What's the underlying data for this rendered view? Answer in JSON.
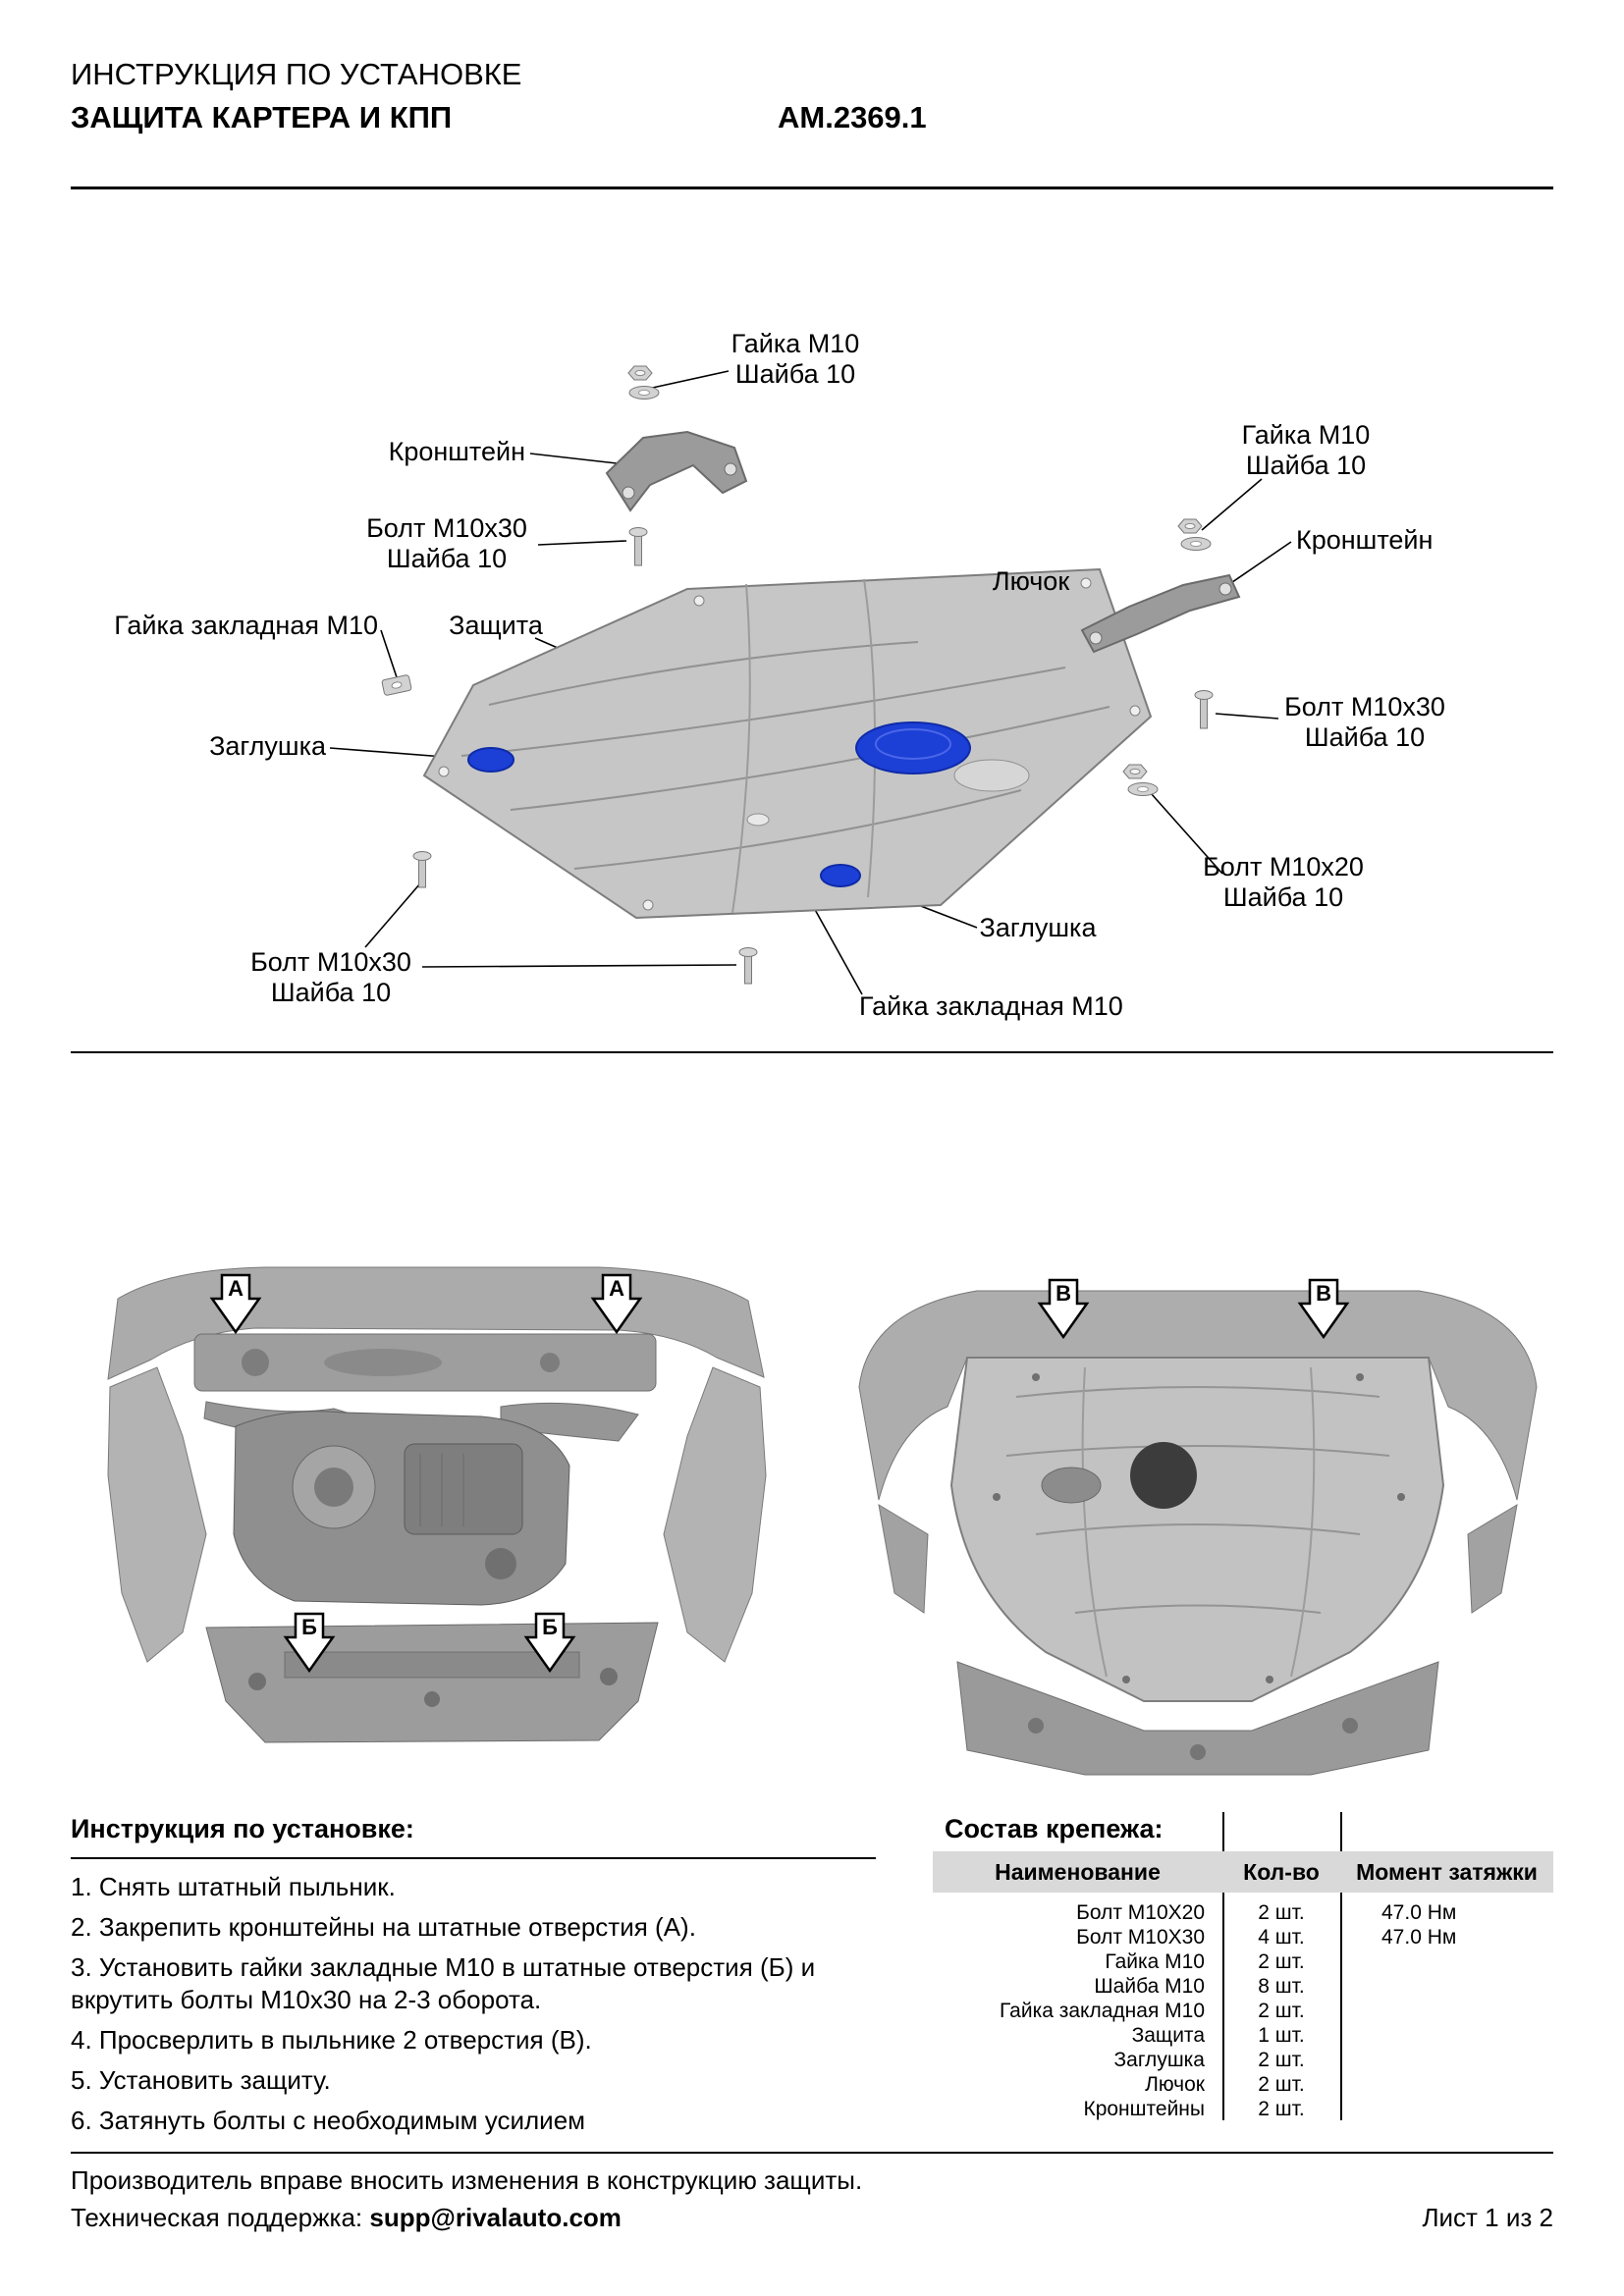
{
  "header": {
    "line1": "ИНСТРУКЦИЯ ПО УСТАНОВКЕ",
    "line2": "ЗАЩИТА КАРТЕРА И КПП",
    "part_number": "АМ.2369.1"
  },
  "colors": {
    "accent_blue": "#1c3fd6",
    "steel_gray": "#c6c6c6"
  },
  "diagram": {
    "callouts": [
      {
        "line1": "Гайка М10",
        "line2": "Шайба 10"
      },
      {
        "line1": "Кронштейн"
      },
      {
        "line1": "Гайка М10",
        "line2": "Шайба 10"
      },
      {
        "line1": "Болт М10х30",
        "line2": "Шайба 10"
      },
      {
        "line1": "Кронштейн"
      },
      {
        "line1": "Лючок"
      },
      {
        "line1": "Гайка закладная М10"
      },
      {
        "line1": "Защита"
      },
      {
        "line1": "Болт М10х30",
        "line2": "Шайба 10"
      },
      {
        "line1": "Заглушка"
      },
      {
        "line1": "Болт М10х20",
        "line2": "Шайба 10"
      },
      {
        "line1": "Заглушка"
      },
      {
        "line1": "Болт М10х30",
        "line2": "Шайба 10"
      },
      {
        "line1": "Гайка закладная М10"
      }
    ]
  },
  "markers": {
    "a": "А",
    "b": "Б",
    "v": "В"
  },
  "instructions": {
    "title": "Инструкция по установке:",
    "steps": [
      "1. Снять штатный пыльник.",
      "2. Закрепить кронштейны на штатные отверстия (А).",
      "3. Установить гайки закладные М10 в штатные отверстия (Б) и вкрутить болты М10х30 на 2-3 оборота.",
      "4. Просверлить в пыльнике 2 отверстия (В).",
      "5. Установить защиту.",
      "6. Затянуть болты с необходимым усилием"
    ]
  },
  "hardware": {
    "title": "Состав крепежа:",
    "columns": {
      "name": "Наименование",
      "qty": "Кол-во",
      "torque": "Момент затяжки"
    },
    "rows": [
      {
        "name": "Болт М10Х20",
        "qty": "2 шт.",
        "torque": "47.0 Нм"
      },
      {
        "name": "Болт М10Х30",
        "qty": "4 шт.",
        "torque": "47.0 Нм"
      },
      {
        "name": "Гайка М10",
        "qty": "2 шт.",
        "torque": ""
      },
      {
        "name": "Шайба М10",
        "qty": "8 шт.",
        "torque": ""
      },
      {
        "name": "Гайка закладная М10",
        "qty": "2 шт.",
        "torque": ""
      },
      {
        "name": "Защита",
        "qty": "1 шт.",
        "torque": ""
      },
      {
        "name": "Заглушка",
        "qty": "2 шт.",
        "torque": ""
      },
      {
        "name": "Лючок",
        "qty": "2 шт.",
        "torque": ""
      },
      {
        "name": "Кронштейны",
        "qty": "2 шт.",
        "torque": ""
      }
    ]
  },
  "footer": {
    "note": "Производитель вправе вносить изменения в конструкцию защиты.",
    "support_label": "Техническая поддержка: ",
    "support_email": "supp@rivalauto.com",
    "page": "Лист 1 из 2"
  }
}
